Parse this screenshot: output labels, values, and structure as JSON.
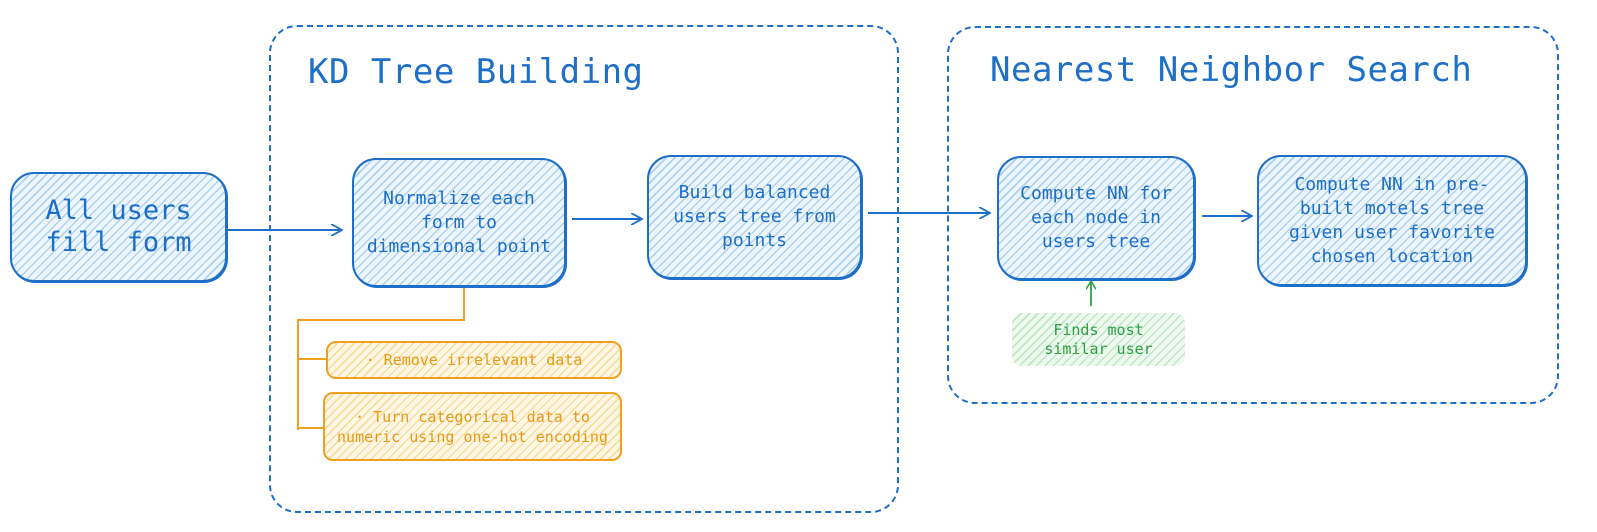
{
  "groups": {
    "kd_tree": {
      "title": "KD Tree Building"
    },
    "nn_search": {
      "title": "Nearest Neighbor Search"
    }
  },
  "nodes": {
    "fill_form": "All users\nfill form",
    "normalize": "Normalize each\nform to\ndimensional point",
    "build_tree": "Build balanced\nusers tree from\npoints",
    "compute_nn_users": "Compute NN for\neach node in\nusers tree",
    "compute_nn_motels": "Compute NN in pre-\nbuilt motels  tree\ngiven user favorite\nchosen location"
  },
  "notes": {
    "remove_irrelevant": "· Remove irrelevant data",
    "one_hot": "· Turn categorical data to\nnumeric using one-hot encoding",
    "similar_user": "Finds most\nsimilar user"
  },
  "colors": {
    "primary": "#1e6fc7",
    "note_orange": "#f0a020",
    "note_green": "#2f9e44"
  }
}
